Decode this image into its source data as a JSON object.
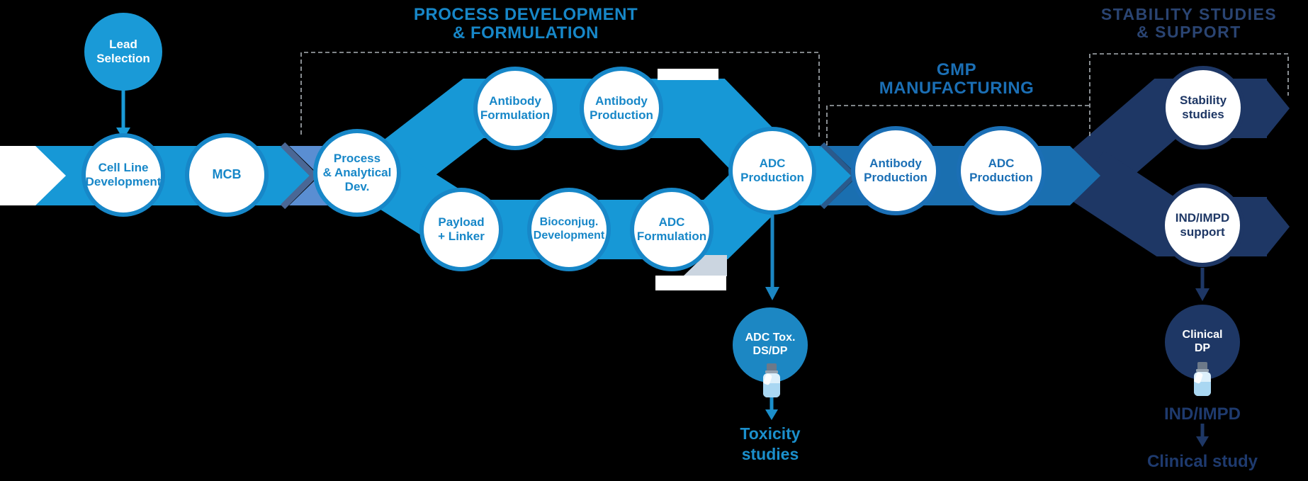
{
  "titles": {
    "process": "PROCESS DEVELOPMENT\n& FORMULATION",
    "gmp": "GMP\nMANUFACTURING",
    "stability": "STABILITY STUDIES\n& SUPPORT"
  },
  "nodes": {
    "lead_selection": "Lead\nSelection",
    "cell_line": "Cell Line\nDevelopment",
    "mcb": "MCB",
    "process_dev": "Process\n& Analytical\nDev.",
    "antibody_formulation": "Antibody\nFormulation",
    "antibody_production": "Antibody\nProduction",
    "payload_linker": "Payload\n+ Linker",
    "bioconjugation": "Bioconjug.\nDevelopment",
    "adc_formulation": "ADC\nFormulation",
    "adc_production": "ADC\nProduction",
    "gmp_antibody_production": "Antibody\nProduction",
    "gmp_adc_production": "ADC\nProduction",
    "stability_studies": "Stability\nstudies",
    "ind_impd_support": "IND/IMPD\nsupport",
    "adc_tox": "ADC Tox.\nDS/DP",
    "clinical_dp": "Clinical\nDP"
  },
  "outputs": {
    "toxicity": "Toxicity\nstudies",
    "ind_impd": "IND/IMPD",
    "clinical_study": "Clinical study"
  },
  "icons": {
    "tox_vial": "vial-icon",
    "clinical_vial": "vial-icon"
  },
  "colors": {
    "background": "#000000",
    "bright_blue_band": "#1798D6",
    "bright_blue_border_text": "#1787C8",
    "cornflower_band": "#5A8ED2",
    "medium_blue_band": "#1A6FB0",
    "medium_blue_text": "#1B6FB5",
    "navy_band": "#1E3765",
    "stability_title_text": "#2A4472",
    "toxicity_text": "#1B8FCB",
    "dashed_line": "#A9AFB5",
    "vial_body": "#DDF0FB",
    "vial_cap": "#6C7989"
  }
}
